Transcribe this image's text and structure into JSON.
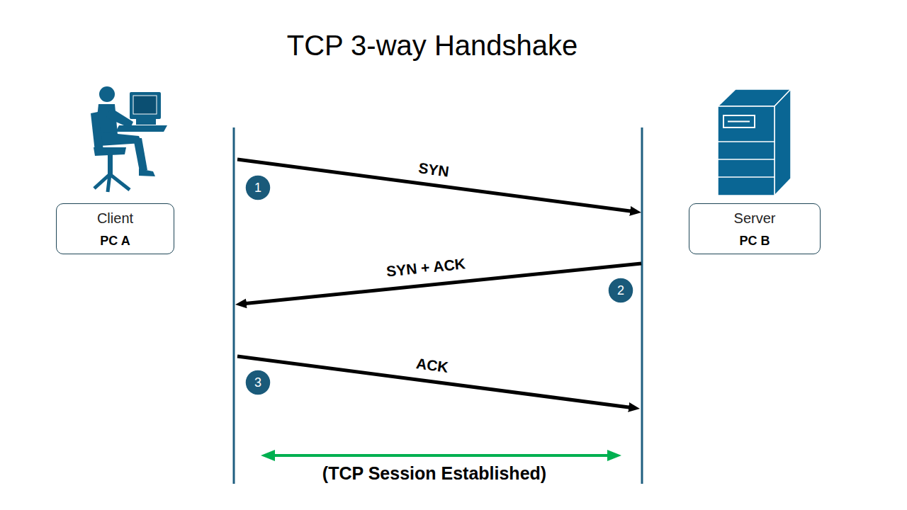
{
  "diagram": {
    "title": "TCP 3-way Handshake",
    "nodes": [
      {
        "text": [
          "Client",
          "PC A"
        ]
      },
      {
        "text": [
          "Server",
          "PC B"
        ]
      }
    ],
    "edges": [
      {
        "from": 0,
        "to": 1,
        "label": "SYN",
        "arrow": "to"
      },
      {
        "from": 1,
        "to": 0,
        "label": "SYN + ACK",
        "arrow": "to"
      },
      {
        "from": 0,
        "to": 1,
        "label": "ACK",
        "arrow": "to"
      },
      {
        "from": 0,
        "to": 1,
        "label": "(TCP Session Established)",
        "arrow": "both"
      }
    ],
    "labels": [
      "1",
      "2",
      "3"
    ]
  }
}
